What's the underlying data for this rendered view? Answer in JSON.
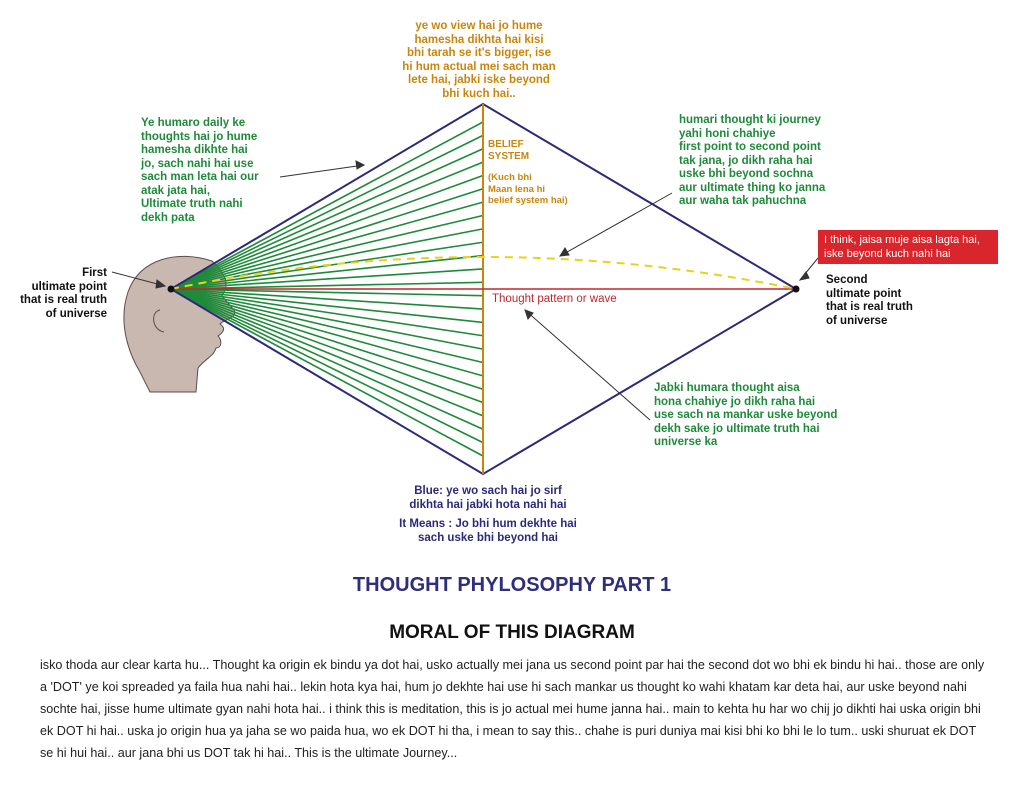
{
  "diagram": {
    "top_text": "ye wo view hai jo hume\nhamesha dikhta hai kisi\nbhi tarah se it's bigger, ise\nhi hum actual mei sach man\nlete hai, jabki iske beyond\nbhi kuch hai..",
    "belief_title": "BELIEF\nSYSTEM",
    "belief_note": "(Kuch bhi\nMaan lena hi\nbelief system hai)",
    "left_text": "Ye humaro daily ke\nthoughts hai jo hume\nhamesha dikhte hai\njo, sach nahi hai use\nsach man leta hai our\natak jata hai,\nUltimate truth nahi\ndekh pata",
    "right_text": "humari thought ki journey\nyahi honi chahiye\nfirst point to second point\ntak jana, jo dikh raha hai\nuske bhi beyond sochna\naur ultimate thing ko janna\naur waha tak pahuchna",
    "red_box": "I think, jaisa muje aisa lagta hai,\niske beyond kuch nahi hai",
    "first_point": "First\nultimate point\nthat is real truth\nof universe",
    "second_point": "Second\nultimate point\nthat is real truth\nof universe",
    "thought_wave": "Thought pattern or wave",
    "right_bottom_text": "Jabki humara thought aisa\nhona chahiye jo dikh raha hai\nuse sach na mankar uske beyond\ndekh sake jo ultimate truth hai\nuniverse ka",
    "bottom_blue": "Blue: ye wo sach hai jo sirf\ndikhta hai jabki hota nahi hai",
    "bottom_means": "It Means : Jo bhi hum dekhte hai\nsach uske bhi beyond hai"
  },
  "title": "THOUGHT PHYLOSOPHY PART 1",
  "moral_heading": "MORAL OF THIS DIAGRAM",
  "paragraph": "isko thoda aur clear karta hu... Thought ka origin ek bindu ya dot hai, usko actually mei jana us second point par hai the second dot wo bhi ek bindu hi hai.. those are only a 'DOT' ye koi spreaded ya faila hua nahi hai.. lekin hota kya hai, hum jo dekhte hai use hi sach mankar us thought ko wahi khatam kar deta hai, aur uske beyond nahi sochte hai, jisse hume ultimate gyan nahi hota hai.. i think this is meditation, this is jo actual mei hume janna hai.. main to kehta hu har wo chij jo dikhti hai uska origin bhi ek DOT hi hai.. uska jo origin hua ya jaha se wo paida hua, wo ek DOT hi tha, i mean to say this.. chahe is puri duniya mai kisi bhi ko bhi le lo tum..  uski shuruat ek DOT se hi hui hai.. aur jana bhi us DOT tak hi hai.. This is the ultimate Journey...",
  "colors": {
    "navy": "#2a2a78",
    "green": "#1f8a3a",
    "orange": "#c8860e",
    "red": "#d9262c",
    "yellow_dash": "#e8d21a",
    "head": "#c9b8b0"
  }
}
